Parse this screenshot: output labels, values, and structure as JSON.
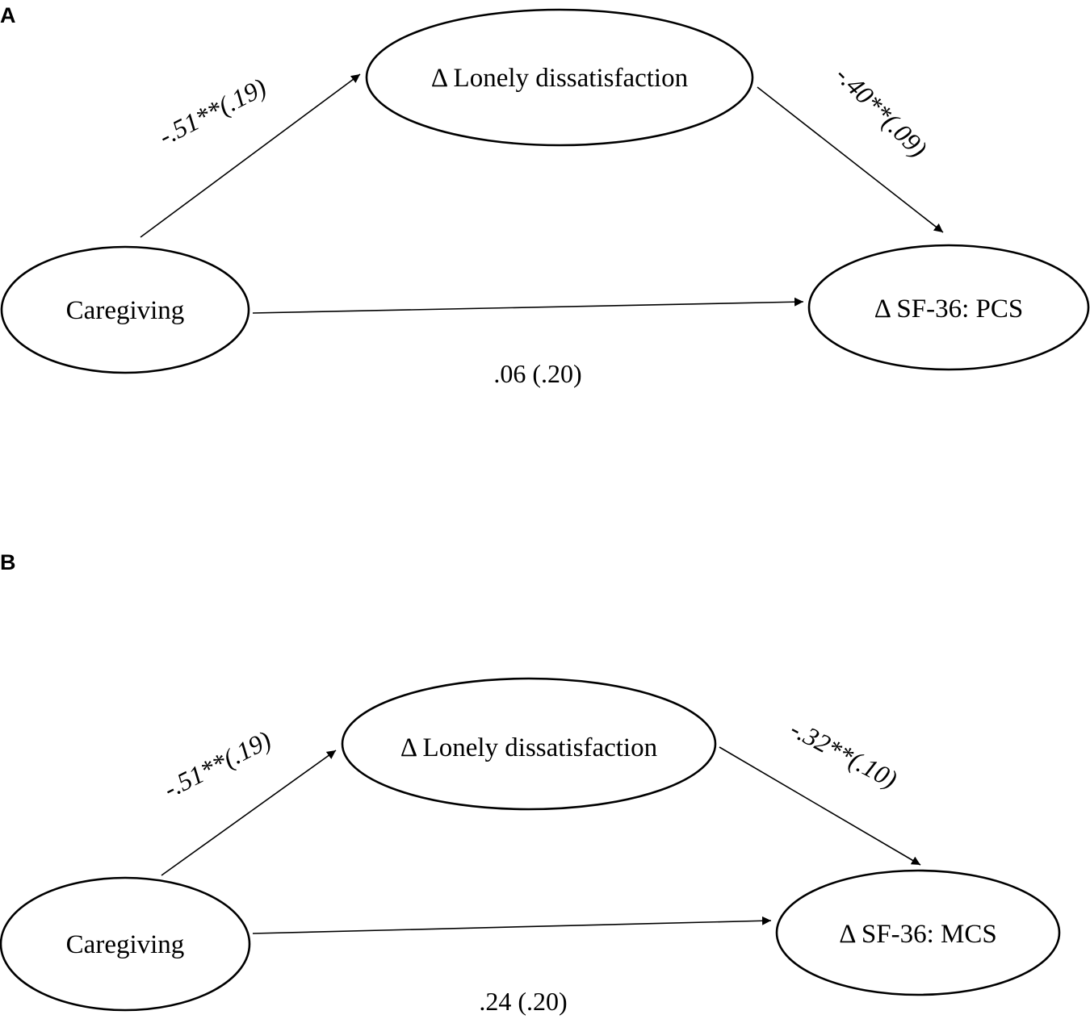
{
  "panels": {
    "a": {
      "letter": "A",
      "nodes": {
        "mediator": "Δ Lonely dissatisfaction",
        "predictor": "Caregiving",
        "outcome": "Δ SF-36: PCS"
      },
      "paths": {
        "a_path": "-.51**(.19)",
        "b_path": "-.40**(.09)",
        "c_path": ".06 (.20)"
      }
    },
    "b": {
      "letter": "B",
      "nodes": {
        "mediator": "Δ Lonely dissatisfaction",
        "predictor": "Caregiving",
        "outcome": "Δ SF-36: MCS"
      },
      "paths": {
        "a_path": "-.51**(.19)",
        "b_path": "-.32**(.10)",
        "c_path": ".24 (.20)"
      }
    }
  },
  "colors": {
    "stroke": "#000000",
    "background": "#ffffff"
  }
}
